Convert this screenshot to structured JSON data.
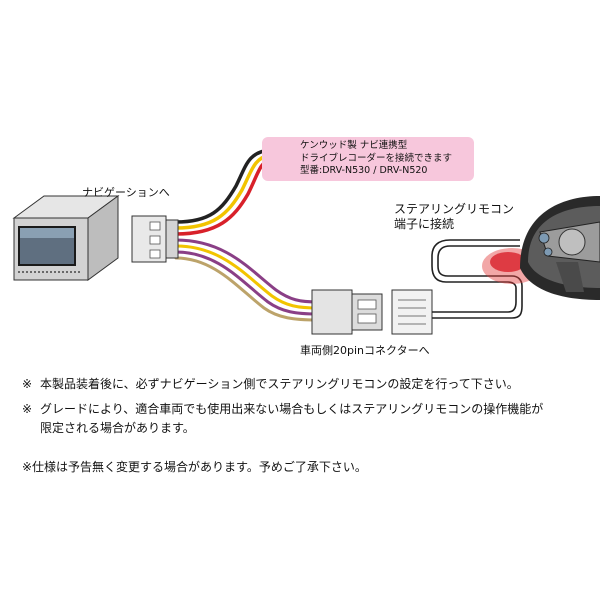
{
  "labels": {
    "navi": "ナビゲーションへ",
    "recorder_line1": "ケンウッド製 ナビ連携型",
    "recorder_line2": "ドライブレコーダーを接続できます",
    "recorder_line3": "型番:DRV-N530 / DRV-N520",
    "steering_line1": "ステアリングリモコン",
    "steering_line2": "端子に接続",
    "vehicle": "車両側20pinコネクターへ"
  },
  "notes": {
    "mark": "※",
    "n1": "本製品装着後に、必ずナビゲーション側でステアリングリモコンの設定を行って下さい。",
    "n2_line1": "グレードにより、適合車両でも使用出来ない場合もしくはステアリングリモコンの操作機能が",
    "n2_line2": "限定される場合があります。",
    "n3": "※仕様は予告無く変更する場合があります。予めご了承下さい。"
  },
  "colors": {
    "callout_bg": "#f7c7dc",
    "wire_red": "#d8212a",
    "wire_yellow": "#f2c400",
    "wire_orange": "#ef8a1f",
    "wire_purple": "#8a3f86",
    "wire_black": "#222222"
  }
}
